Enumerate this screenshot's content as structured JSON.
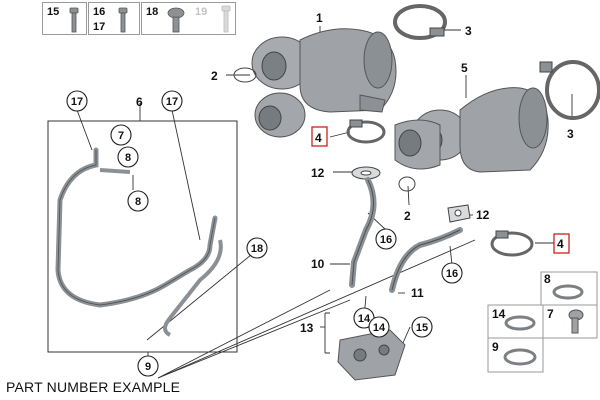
{
  "header_parts": [
    {
      "line1": "15",
      "line2": ""
    },
    {
      "line1": "16",
      "line2": "17"
    },
    {
      "line1": "18",
      "line2": "19"
    }
  ],
  "callouts": {
    "c1": "1",
    "c2a": "2",
    "c2b": "2",
    "c3a": "3",
    "c3b": "3",
    "c4a": "4",
    "c4b": "4",
    "c5": "5",
    "c6": "6",
    "c7a": "7",
    "c7b": "7",
    "c8a": "8",
    "c8b": "8",
    "c8c": "8",
    "c9a": "9",
    "c9b": "9",
    "c10": "10",
    "c11": "11",
    "c12a": "12",
    "c12b": "12",
    "c13": "13",
    "c14a": "14",
    "c14b": "14",
    "c14c": "14",
    "c15": "15",
    "c16a": "16",
    "c16b": "16",
    "c17a": "17",
    "c17b": "17",
    "c18": "18"
  },
  "footer_text": "PART NUMBER EXAMPLE",
  "colors": {
    "line": "#333333",
    "highlight": "#d11f1f",
    "part_fill": "#9fa3a7",
    "part_dark": "#6f7478"
  }
}
